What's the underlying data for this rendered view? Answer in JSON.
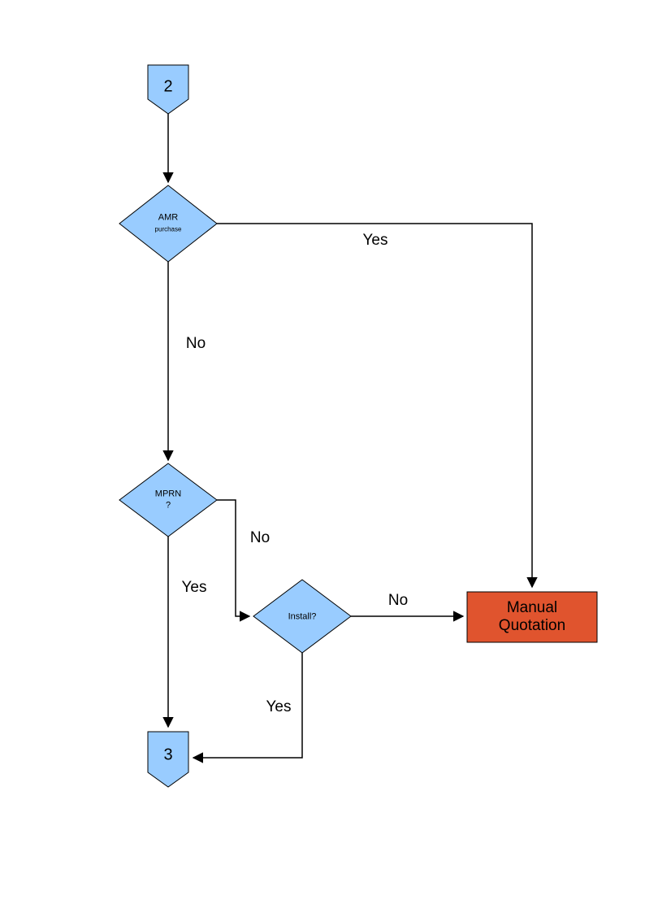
{
  "nodes": {
    "connector2": {
      "label": "2"
    },
    "amr": {
      "line1": "AMR",
      "line2": "purchase"
    },
    "mprn": {
      "line1": "MPRN",
      "line2": "?"
    },
    "install": {
      "label": "Install?"
    },
    "manual_quotation": {
      "line1": "Manual",
      "line2": "Quotation"
    },
    "connector3": {
      "label": "3"
    }
  },
  "edge_labels": {
    "amr_yes": "Yes",
    "amr_no": "No",
    "mprn_no": "No",
    "mprn_yes": "Yes",
    "install_no": "No",
    "install_yes": "Yes"
  },
  "colors": {
    "node_fill": "#99CCFF",
    "node_border": "#000000",
    "manual_fill": "#E0542E",
    "line": "#000000"
  }
}
